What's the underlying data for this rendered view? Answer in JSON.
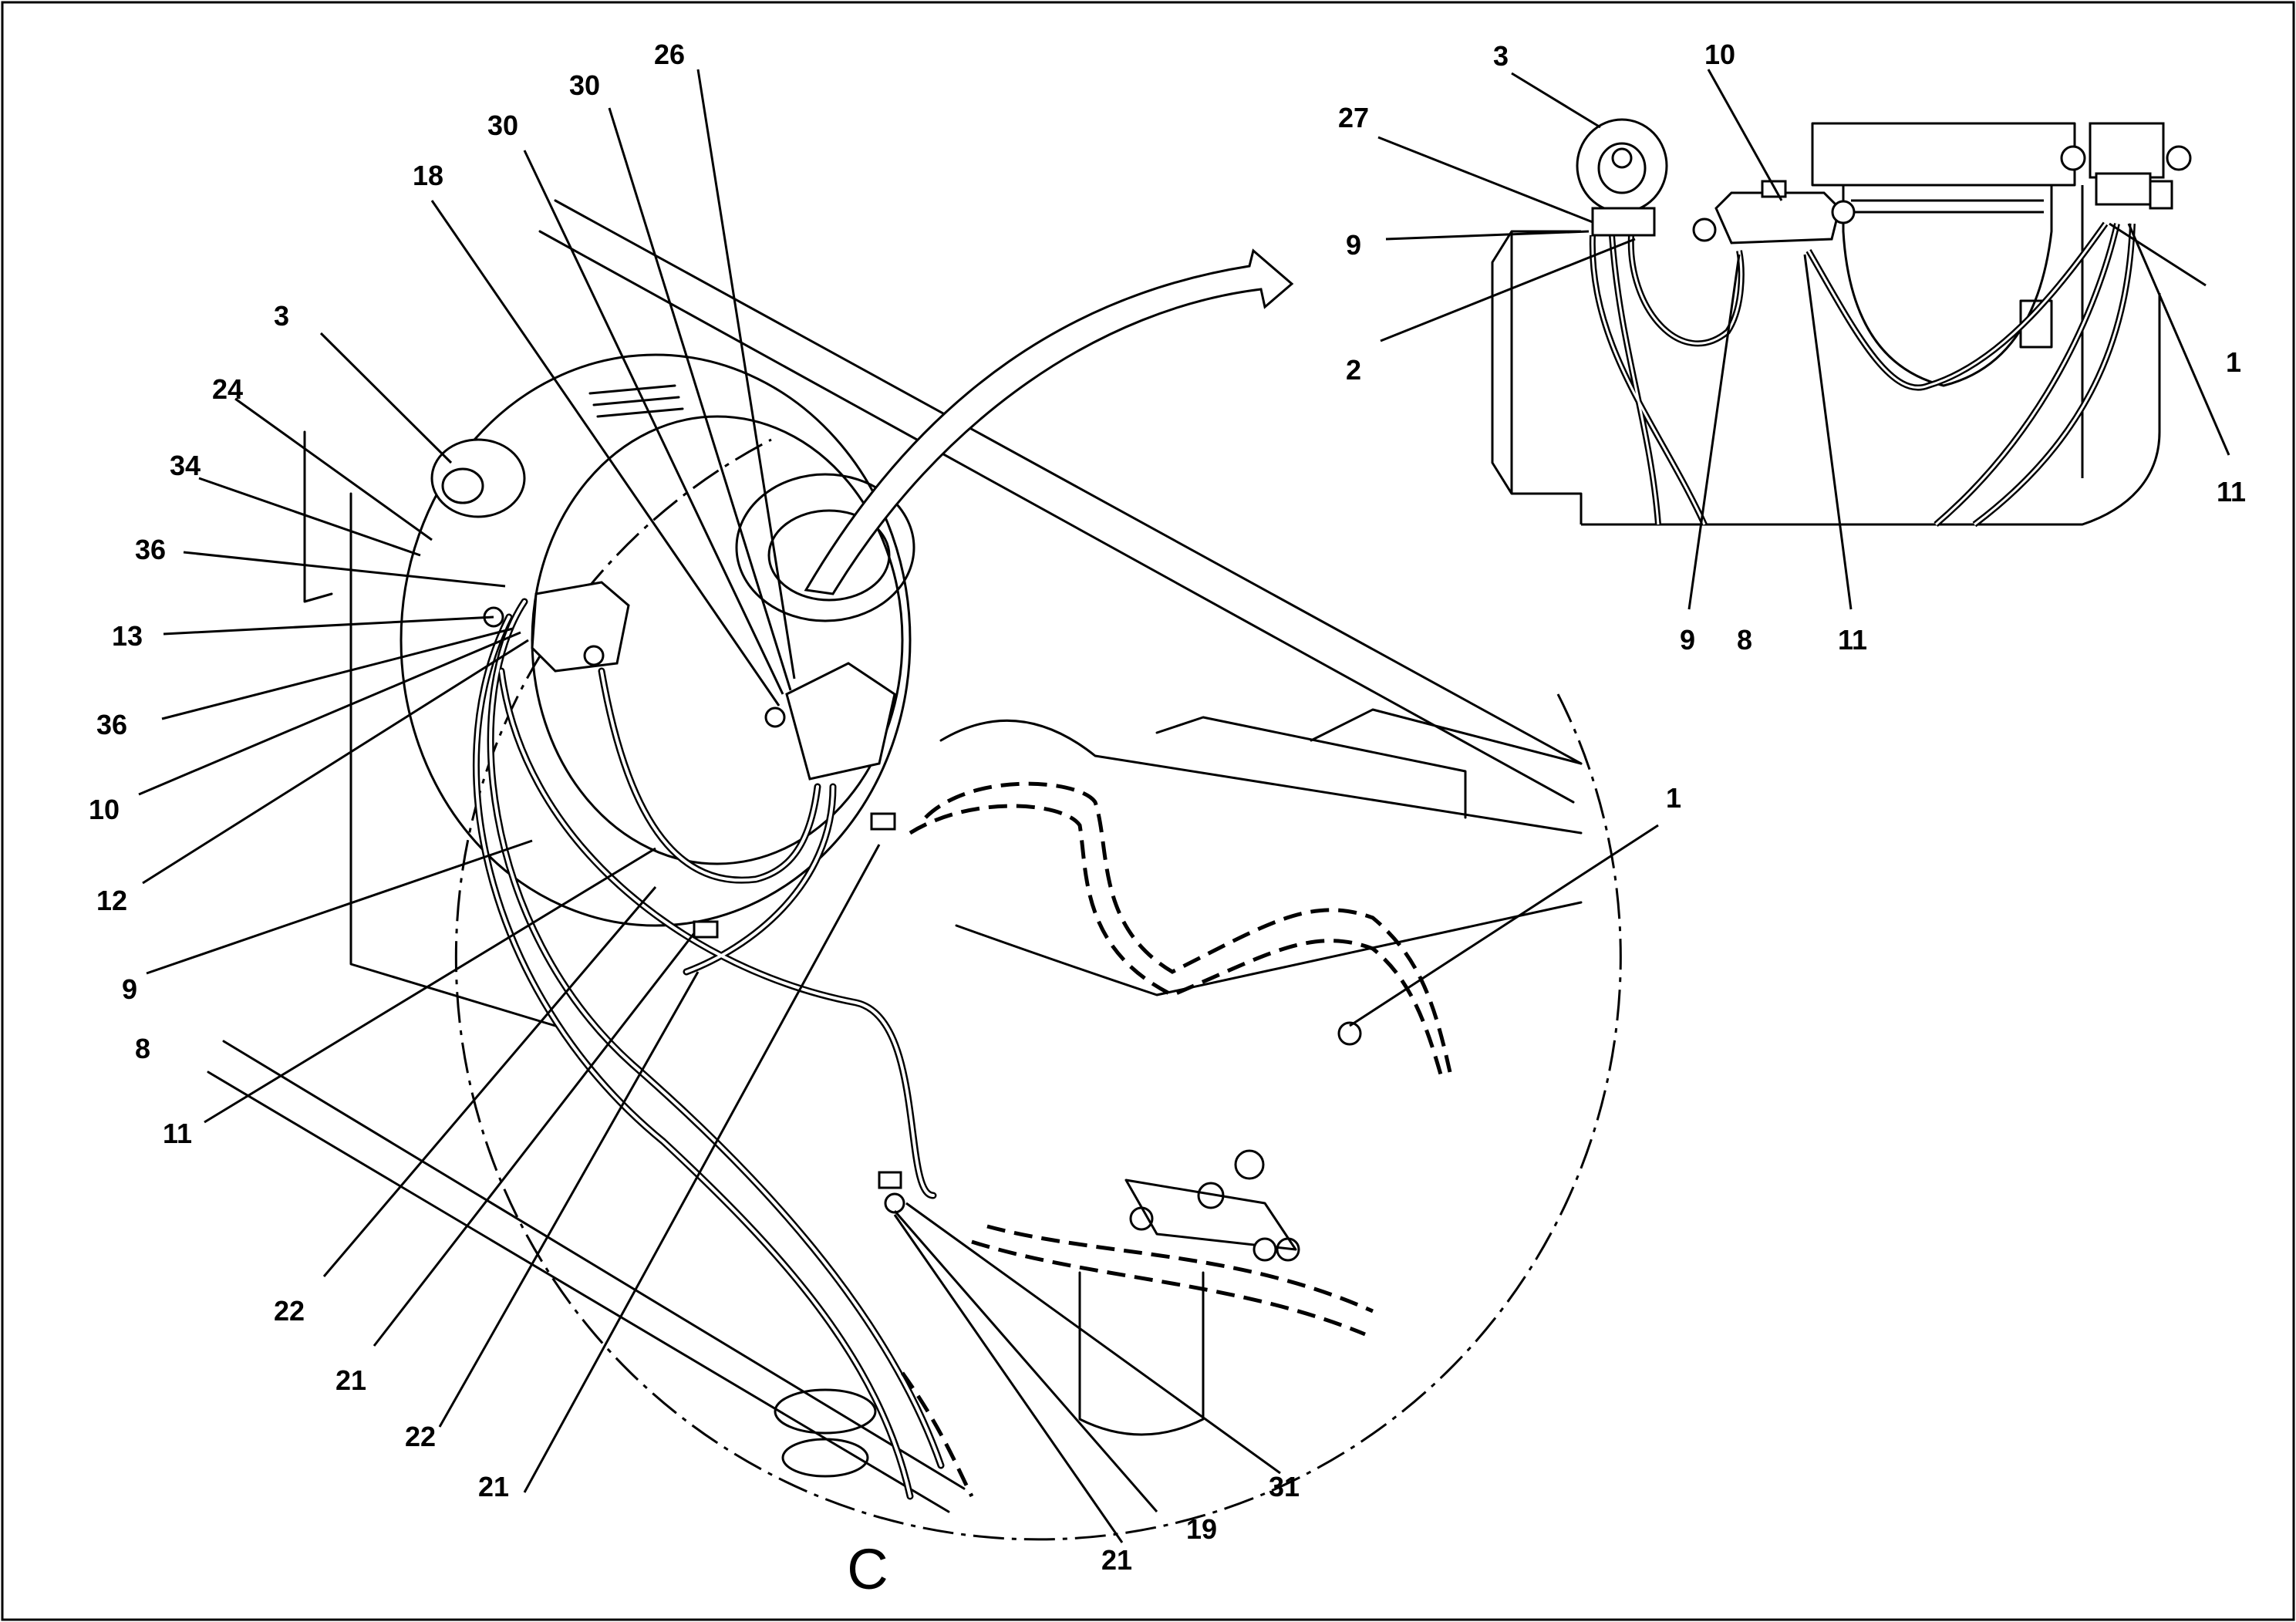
{
  "diagram": {
    "view_label": "C",
    "main_view_callouts": [
      "3",
      "24",
      "34",
      "36",
      "13",
      "36",
      "10",
      "12",
      "9",
      "8",
      "11",
      "18",
      "30",
      "30",
      "26",
      "22",
      "21",
      "22",
      "21",
      "1",
      "31",
      "19",
      "21"
    ],
    "inset_view_callouts": [
      "3",
      "10",
      "27",
      "9",
      "2",
      "1",
      "11",
      "9",
      "8",
      "11"
    ]
  }
}
